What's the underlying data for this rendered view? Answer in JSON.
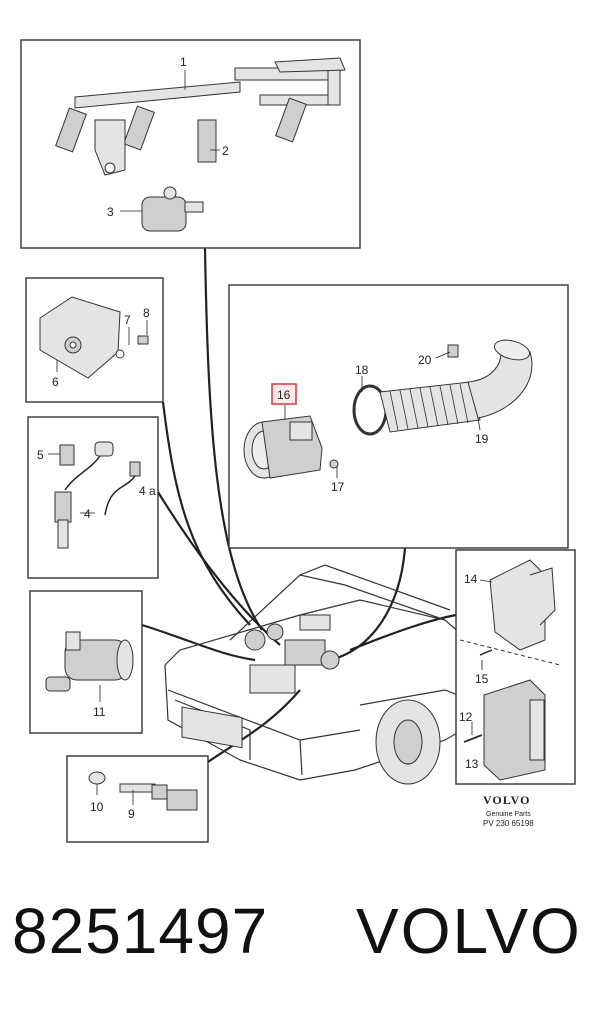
{
  "diagram": {
    "callouts": {
      "c1": "1",
      "c2": "2",
      "c3": "3",
      "c4": "4",
      "c4a": "4 a",
      "c5": "5",
      "c6": "6",
      "c7": "7",
      "c8": "8",
      "c9": "9",
      "c10": "10",
      "c11": "11",
      "c12": "12",
      "c13": "13",
      "c14": "14",
      "c15": "15",
      "c16": "16",
      "c17": "17",
      "c18": "18",
      "c19": "19",
      "c20": "20"
    },
    "highlighted_callout": "16",
    "highlight_color": "#d9414f",
    "brand_mark": {
      "logo": "VOLVO",
      "line1": "Genuine Parts",
      "line2": "PV 230 65198"
    }
  },
  "footer": {
    "part_number": "8251497",
    "brand": "VOLVO"
  }
}
